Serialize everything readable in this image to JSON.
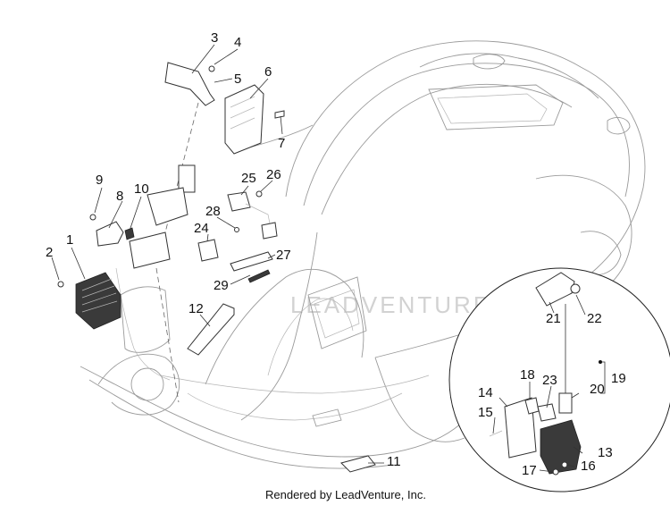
{
  "credit": "Rendered by LeadVenture, Inc.",
  "watermark": "LEADVENTURE",
  "callouts": [
    "1",
    "2",
    "3",
    "4",
    "5",
    "6",
    "7",
    "8",
    "9",
    "10",
    "11",
    "12",
    "13",
    "14",
    "15",
    "16",
    "17",
    "18",
    "19",
    "20",
    "21",
    "22",
    "23",
    "24",
    "25",
    "26",
    "27",
    "28",
    "29"
  ],
  "colors": {
    "line": "#9a9a9a",
    "text": "#111111",
    "watermark": "#d2d2d2"
  }
}
